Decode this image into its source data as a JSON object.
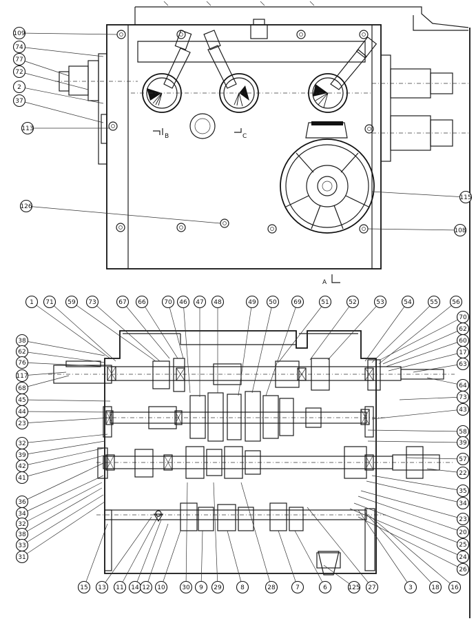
{
  "section_marks": {
    "b": "B",
    "c": "C",
    "a": "A"
  },
  "top_view_callouts": [
    "109",
    "74",
    "77",
    "72",
    "2",
    "37",
    "113",
    "126",
    "115",
    "108"
  ],
  "front_section_top_callouts": [
    "1",
    "71",
    "59",
    "73",
    "67",
    "66",
    "70",
    "46",
    "47",
    "48",
    "49",
    "50",
    "69",
    "51",
    "52",
    "53",
    "54",
    "55",
    "56"
  ],
  "front_section_left_callouts": [
    "38",
    "62",
    "76",
    "117",
    "68",
    "45",
    "44",
    "23",
    "32",
    "39",
    "42",
    "41",
    "36",
    "34",
    "32",
    "38",
    "33",
    "31"
  ],
  "front_section_right_callouts": [
    "70",
    "62",
    "60",
    "17",
    "63",
    "64",
    "73",
    "43",
    "58",
    "39",
    "57",
    "22",
    "35",
    "34",
    "23",
    "20",
    "25",
    "24",
    "26"
  ],
  "front_section_bottom_callouts": [
    "15",
    "13",
    "11",
    "14",
    "12",
    "10",
    "30",
    "9",
    "29",
    "8",
    "28",
    "7",
    "6",
    "125",
    "27",
    "3",
    "18",
    "16"
  ]
}
